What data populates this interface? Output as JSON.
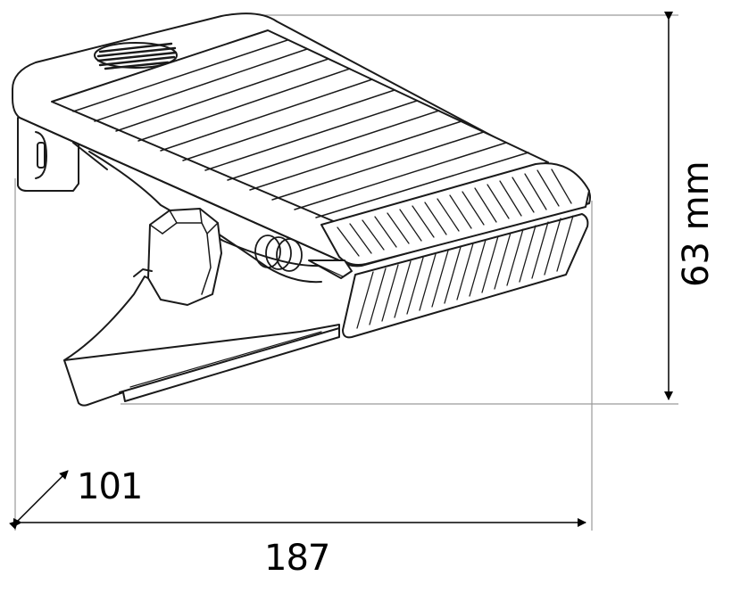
{
  "diagram": {
    "dimensions": {
      "width": "187",
      "depth": "101",
      "height": "63 mm"
    },
    "colors": {
      "line": "#1a1a1a",
      "dimension_line": "#9a9a9a",
      "background": "#ffffff"
    }
  }
}
